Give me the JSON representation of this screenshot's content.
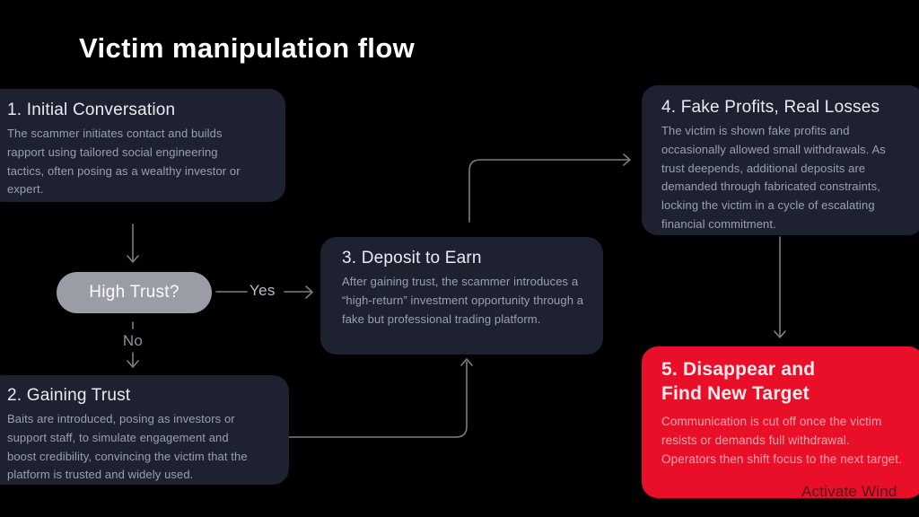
{
  "title": "Victim manipulation flow",
  "flow": {
    "step1": {
      "title": "1. Initial Conversation",
      "body": "The scammer initiates contact and builds rapport using tailored social engineering tactics, often posing as a wealthy investor or expert."
    },
    "decision": {
      "label": "High Trust?"
    },
    "labels": {
      "yes": "Yes",
      "no": "No"
    },
    "step2": {
      "title": "2. Gaining Trust",
      "body": "Baits are introduced, posing as investors or support staff, to simulate engagement and boost credibility, convincing the victim that the platform is trusted and widely used."
    },
    "step3": {
      "title": "3. Deposit to Earn",
      "body": "After gaining trust, the scammer introduces a “high-return” investment opportunity through a fake but professional trading platform."
    },
    "step4": {
      "title": "4. Fake Profits, Real Losses",
      "body": "The victim is shown fake profits and occasionally allowed small withdrawals. As trust deepends, additional deposits are demanded through fabricated constraints, locking the victim in a cycle of escalating financial commitment."
    },
    "step5": {
      "title_line1": "5. Disappear and",
      "title_line2": "Find New Target",
      "body": "Communication is cut off once the victim resists or demands full withdrawal. Operators then shift focus to the next target."
    }
  },
  "watermark": "Activate Wind",
  "colors": {
    "background": "#000000",
    "card": "#1e2130",
    "danger": "#ea0f28",
    "pill": "#9a9da6",
    "line": "#7d7d7d",
    "heading_text": "#e9ecf2",
    "body_text": "#99a0ae"
  }
}
